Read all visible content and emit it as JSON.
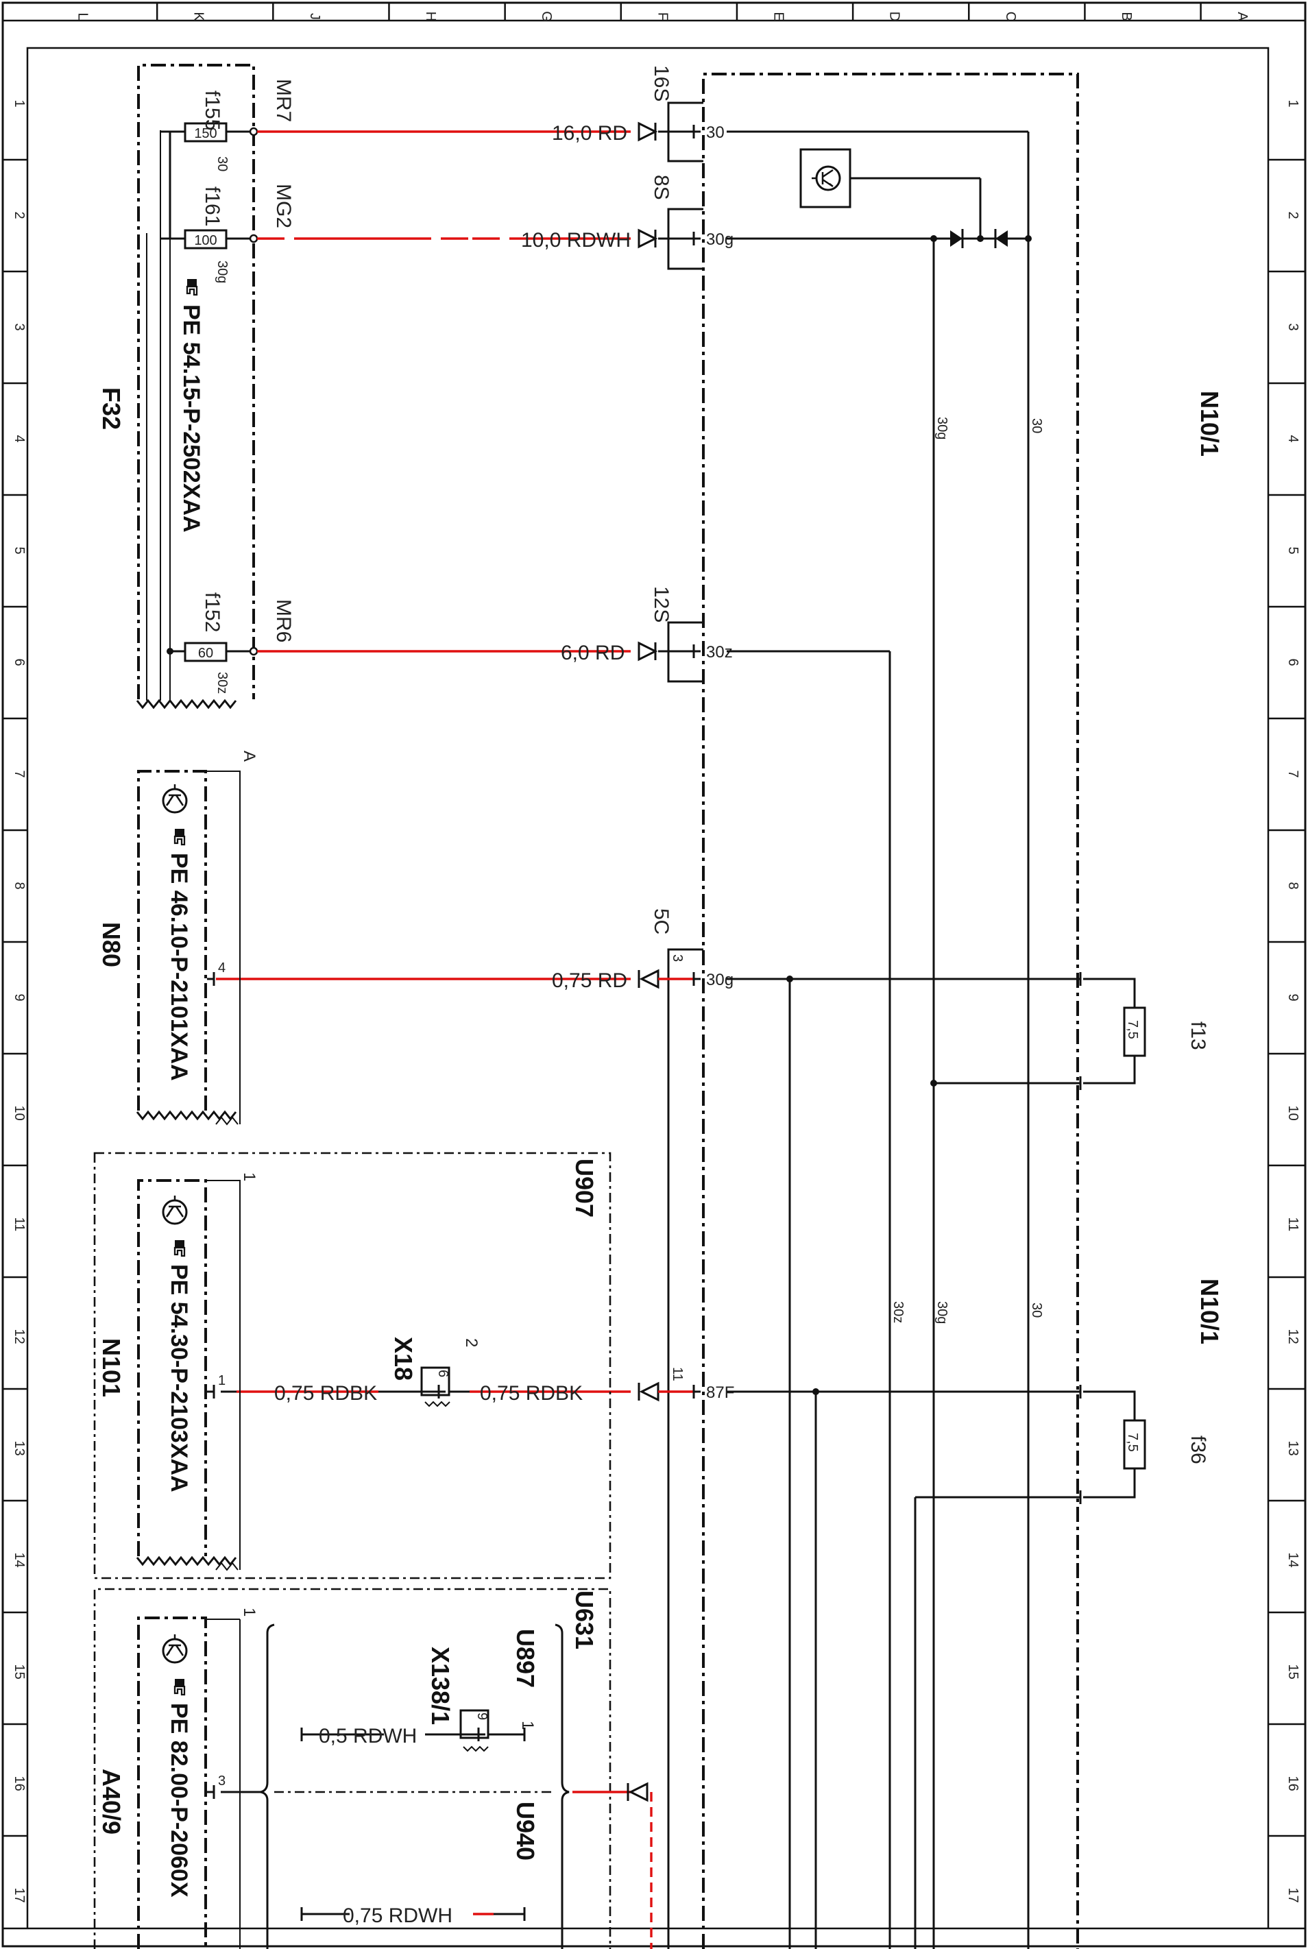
{
  "grid": {
    "columns": [
      "L",
      "K",
      "J",
      "H",
      "G",
      "F",
      "E",
      "D",
      "C",
      "B",
      "A"
    ],
    "rows": [
      "1",
      "2",
      "3",
      "4",
      "5",
      "6",
      "7",
      "8",
      "9",
      "10",
      "11",
      "12",
      "13",
      "14",
      "15",
      "16",
      "17"
    ]
  },
  "modules": {
    "f32": "F32",
    "f32_pe": "PE 54.15-P-2502XAA",
    "n80": "N80",
    "n80_pe": "PE 46.10-P-2101XAA",
    "n101": "N101",
    "n101_pe": "PE 54.30-P-2103XAA",
    "a40_9": "A40/9",
    "a40_9_pe": "PE 82.00-P-2060X",
    "u907": "U907",
    "u631": "U631",
    "u897": "U897",
    "u940": "U940",
    "n10_1_top": "N10/1",
    "n10_1_mid": "N10/1"
  },
  "fuses": {
    "f155": {
      "label": "f155",
      "rating": "150",
      "term": "30",
      "conn": "MR7"
    },
    "f161": {
      "label": "f161",
      "rating": "100",
      "term": "30g",
      "conn": "MG2"
    },
    "f152": {
      "label": "f152",
      "rating": "60",
      "term": "30z",
      "conn": "MR6"
    },
    "f13": {
      "label": "f13",
      "rating": "7,5"
    },
    "f36": {
      "label": "f36",
      "rating": "7,5"
    }
  },
  "wires": {
    "w1": "16,0 RD",
    "w2": "10,0 RDWH",
    "w3": "6,0 RD",
    "w4": "0,75 RD",
    "w5a": "0,75 RDBK",
    "w5b": "0,75 RDBK",
    "w6": "0,5 RDWH",
    "w7": "0,75 RDWH"
  },
  "connectors": {
    "c16s": "16S",
    "c8s": "8S",
    "c12s": "12S",
    "c5c": "5C",
    "x18": "X18",
    "x138": "X138/1"
  },
  "pins": {
    "p30": "30",
    "p30g": "30g",
    "p30z": "30z",
    "p30g_b": "30g",
    "p87f": "87F",
    "p3": "3",
    "p11": "11",
    "p4": "4",
    "p1a": "1",
    "p1b": "1",
    "p3b": "3",
    "p2": "2",
    "p6": "6",
    "p1c": "1",
    "p9": "9",
    "pA": "A",
    "p1d": "1"
  },
  "bus": {
    "b30_top": "30",
    "b30g_top": "30g",
    "b30_mid": "30",
    "b30g_mid": "30g",
    "b30z_mid": "30z"
  }
}
